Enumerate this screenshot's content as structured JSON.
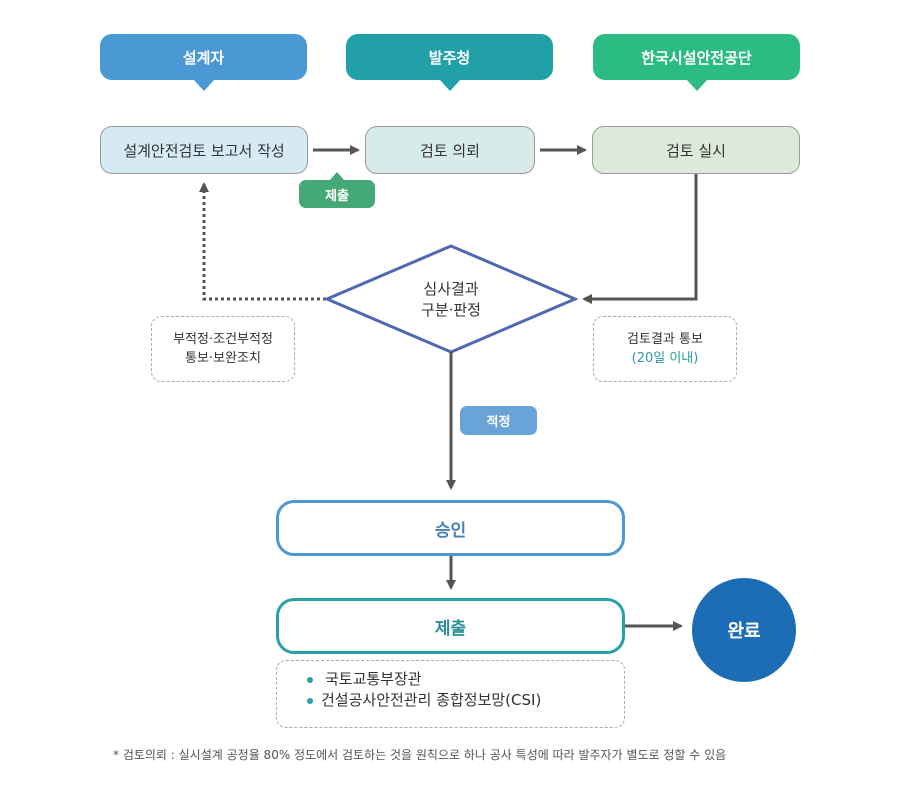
{
  "roles": [
    {
      "label": "설계자",
      "color": "#4a98d4"
    },
    {
      "label": "발주청",
      "color": "#22a0a8"
    },
    {
      "label": "한국시설안전공단",
      "color": "#2dbb84"
    }
  ],
  "steps": [
    {
      "label": "설계안전검토 보고서 작성",
      "bg": "#d6eaf5"
    },
    {
      "label": "검토 의뢰",
      "bg": "#d8ebeb"
    },
    {
      "label": "검토 실시",
      "bg": "#dde9da"
    }
  ],
  "submit_tag": {
    "label": "제출",
    "color": "#44a877"
  },
  "decision": {
    "line1": "심사결과",
    "line2": "구분·판정",
    "color": "#5068b0"
  },
  "left_note": {
    "line1": "부적정·조건부적정",
    "line2": "통보·보완조치"
  },
  "right_note": {
    "line1": "검토결과 통보",
    "line2": "(20일 이내)",
    "accent": "#2a9aa0"
  },
  "approve_tag": {
    "label": "적정",
    "color": "#6aa3d8"
  },
  "approval": {
    "label": "승인",
    "color": "#4a98d4",
    "text_color": "#4a7fb5"
  },
  "submission": {
    "label": "제출",
    "color": "#2aa0a8",
    "text_color": "#2a8f98"
  },
  "complete": {
    "label": "완료",
    "color": "#1c6db5"
  },
  "submission_targets": [
    "국토교통부장관",
    "건설공사안전관리 종합정보망(CSI)"
  ],
  "footnote": "* 검토의뢰 : 실시설계 공정율 80% 정도에서 검토하는 것을 원칙으로 하나 공사 특성에 따라 발주자가 별도로 정할 수 있음",
  "line_color": "#555555"
}
